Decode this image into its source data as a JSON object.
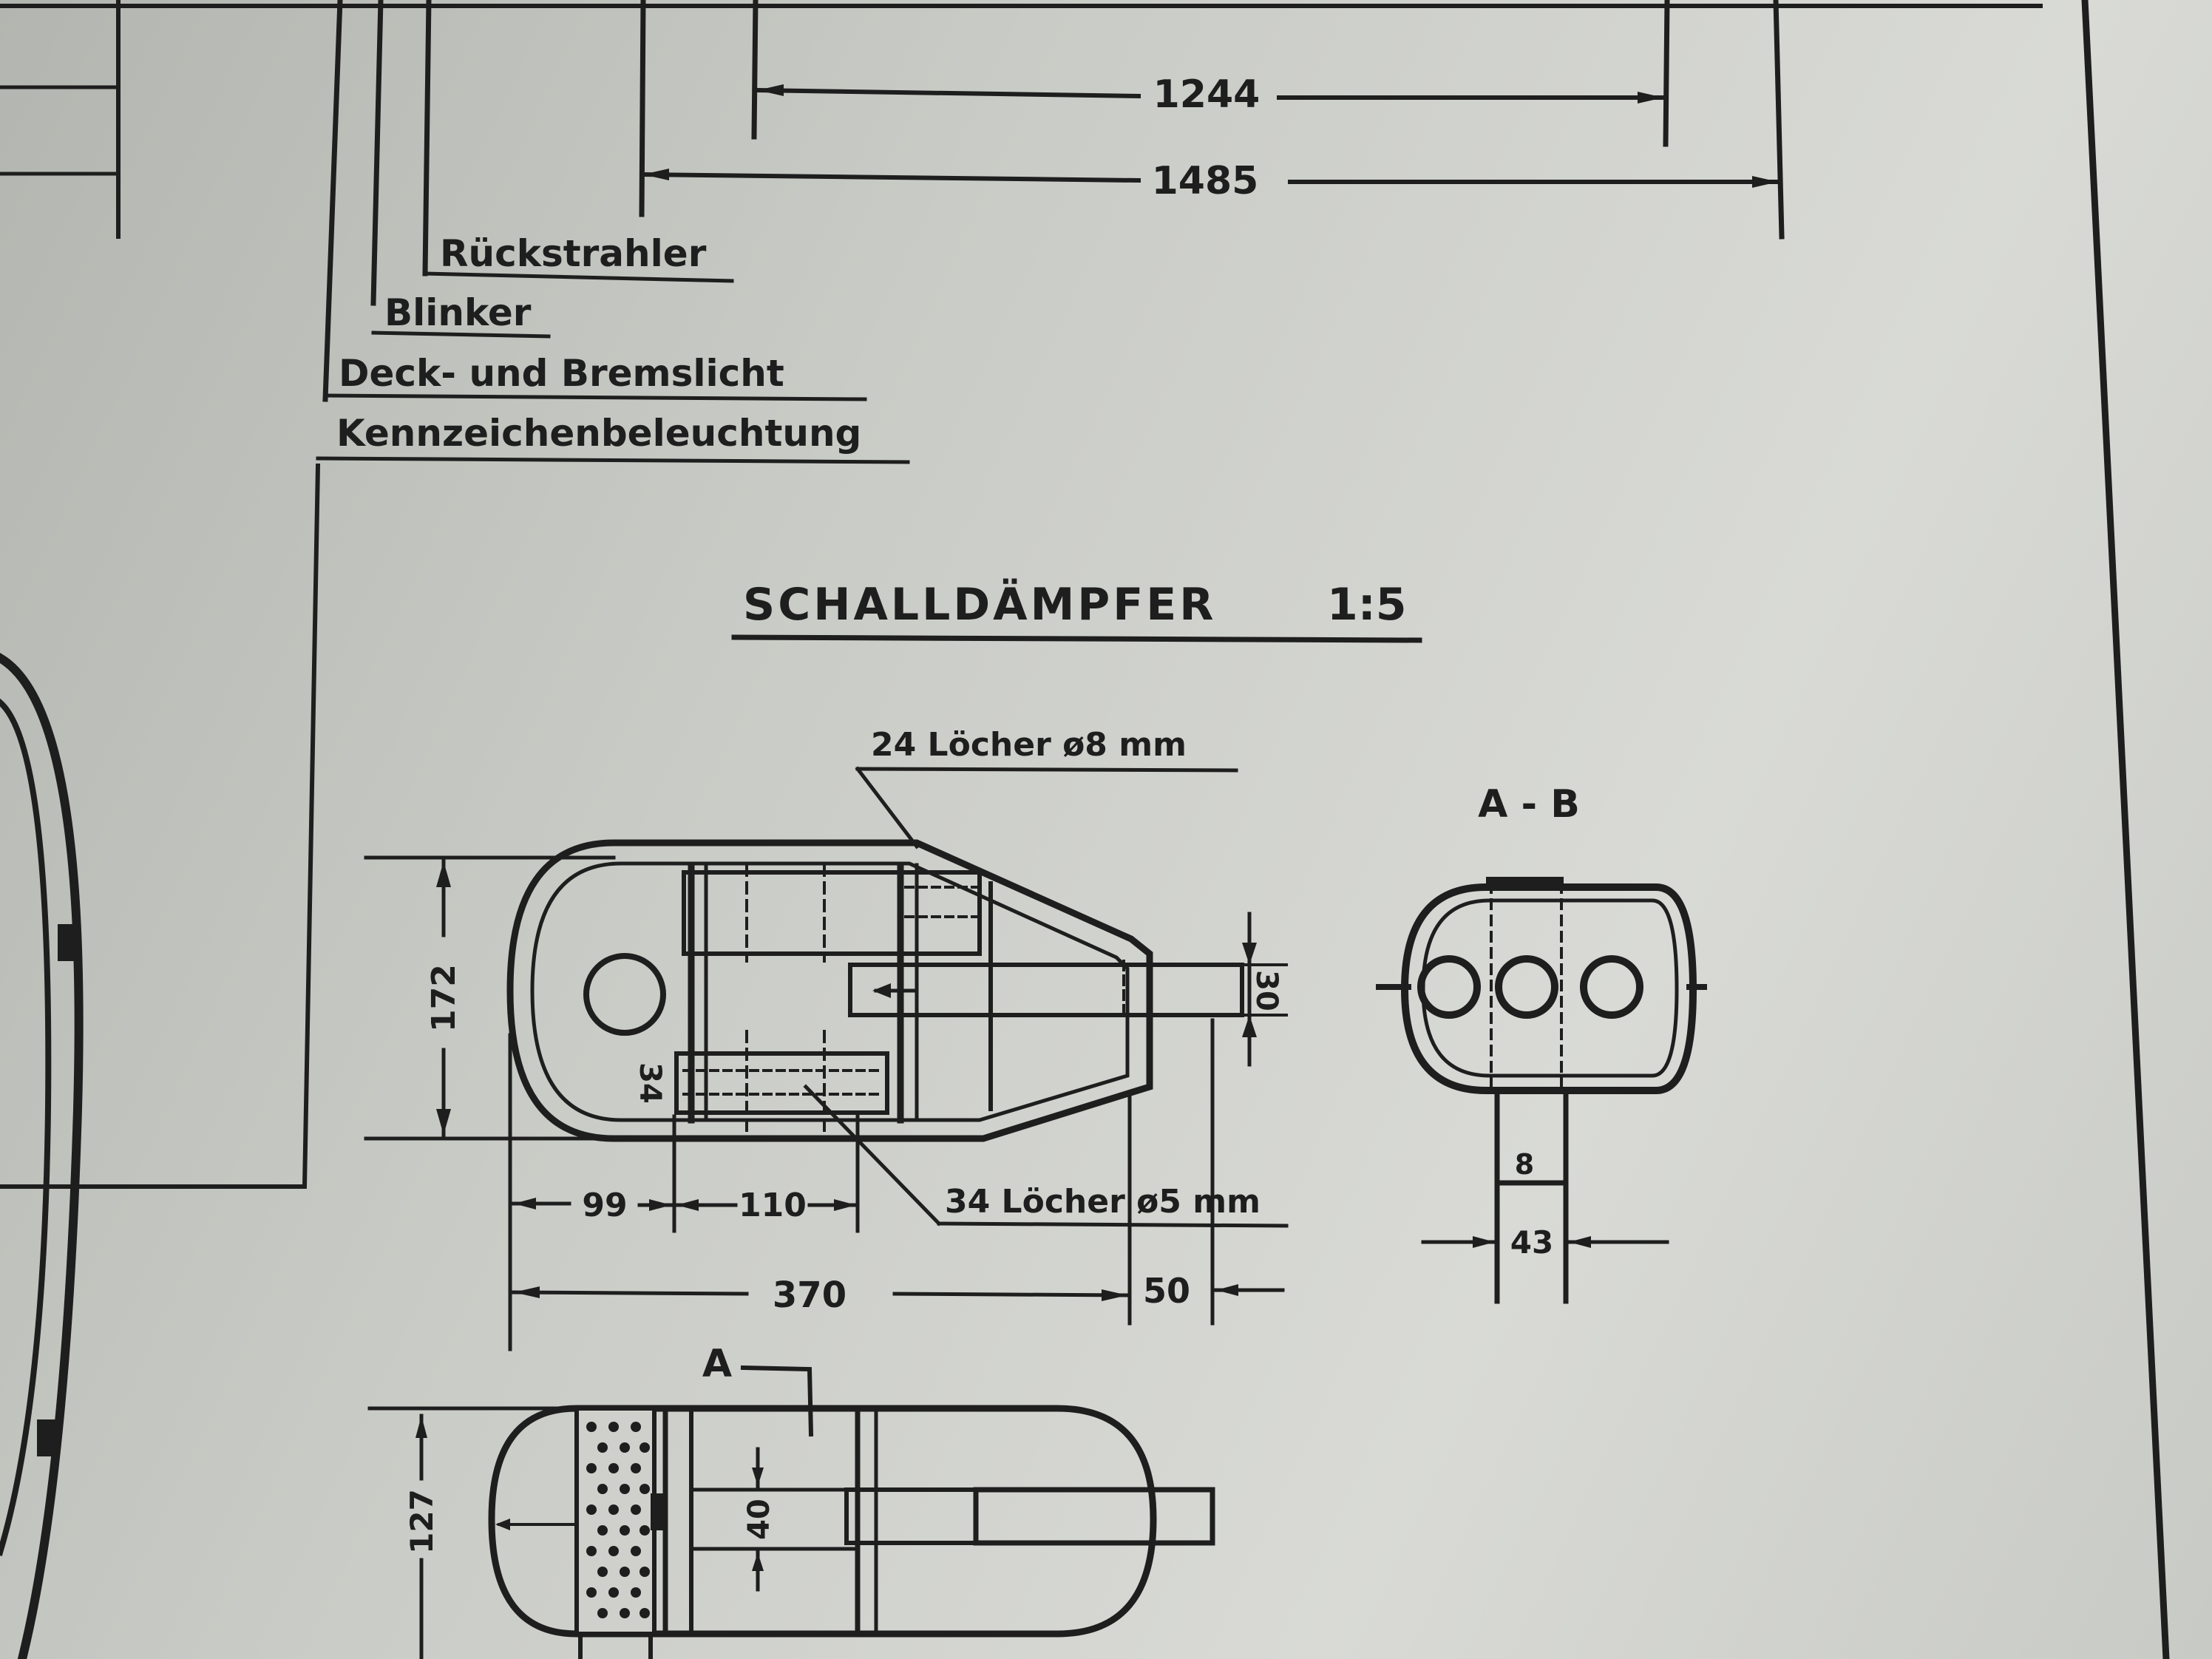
{
  "dimensions": {
    "d1244": "1244",
    "d1485": "1485",
    "d172": "172",
    "d30": "30",
    "d34": "34",
    "d99": "99",
    "d110": "110",
    "d370": "370",
    "d50": "50",
    "d43": "43",
    "d8": "8",
    "d127": "127",
    "d40": "40"
  },
  "callouts": {
    "rueckstrahler": "Rückstrahler",
    "blinker": "Blinker",
    "deck_bremslicht": "Deck- und Bremslicht",
    "kennzeichen": "Kennzeichenbeleuchtung",
    "holes_24": "24 Löcher ø8 mm",
    "holes_34": "34 Löcher ø5 mm"
  },
  "title": {
    "text": "SCHALLDÄMPFER",
    "scale": "1:5"
  },
  "section": {
    "label": "A - B",
    "marker_a": "A"
  }
}
